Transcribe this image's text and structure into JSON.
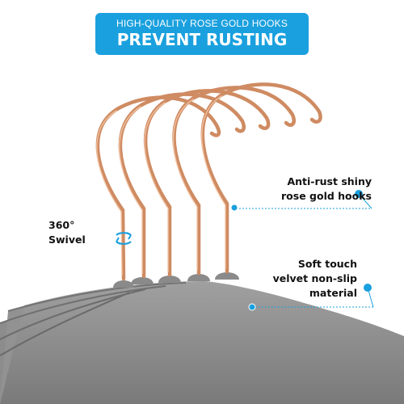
{
  "banner": {
    "top_text": "HIGH-QUALITY ROSE GOLD HOOKS",
    "main_text": "PREVENT RUSTING",
    "color": "#1aa0de"
  },
  "callouts": {
    "anti_rust": [
      "Anti-rust shiny",
      "rose gold hooks"
    ],
    "velvet": [
      "Soft touch",
      "velvet non-slip",
      "material"
    ],
    "swivel": [
      "360°",
      "Swivel"
    ]
  },
  "colors": {
    "hook": "#d9926a",
    "hook_highlight": "#f6c9aa",
    "velvet": "#8f8f8f",
    "accent": "#1aa0de"
  },
  "icons": {
    "swivel": "rotate-arrows-icon",
    "leader_dot": "dot-icon"
  }
}
